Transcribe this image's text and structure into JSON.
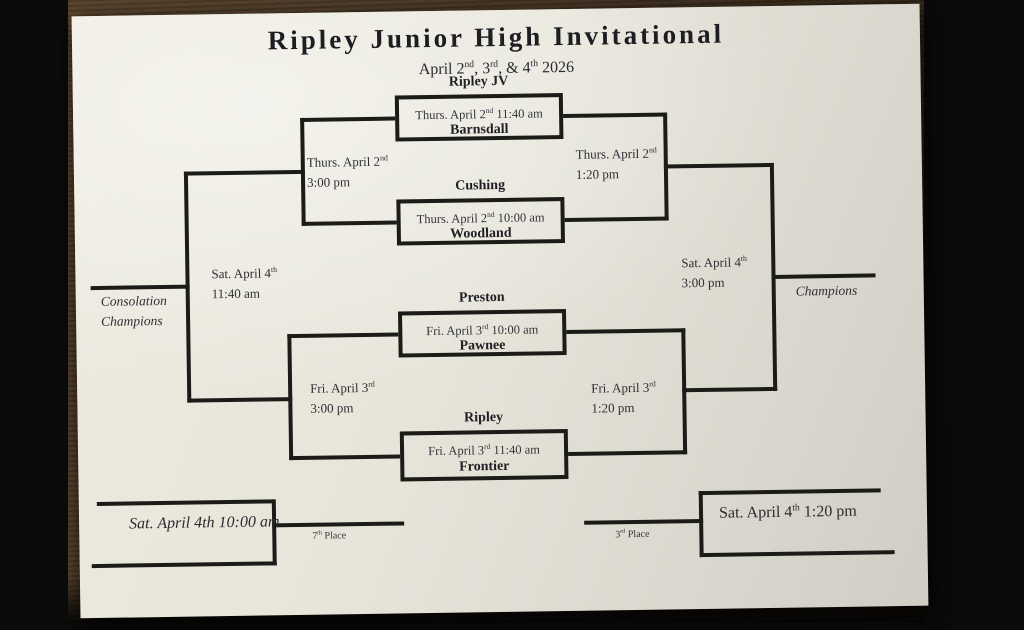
{
  "header": {
    "title": "Ripley Junior High Invitational",
    "dates": "April 2nd, 3rd, & 4th 2026"
  },
  "games": [
    {
      "top_team": "Ripley JV",
      "time": "Thurs. April 2nd 11:40 am",
      "bottom_team": "Barnsdall"
    },
    {
      "top_team": "Cushing",
      "time": "Thurs. April 2nd 10:00 am",
      "bottom_team": "Woodland"
    },
    {
      "top_team": "Preston",
      "time": "Fri. April 3rd 10:00 am",
      "bottom_team": "Pawnee"
    },
    {
      "top_team": "Ripley",
      "time": "Fri. April 3rd 11:40 am",
      "bottom_team": "Frontier"
    }
  ],
  "schedule_labels": {
    "upper_left": {
      "line1": "Thurs. April 2nd",
      "line2": "3:00 pm"
    },
    "upper_right": {
      "line1": "Thurs. April 2nd",
      "line2": "1:20 pm"
    },
    "lower_left": {
      "line1": "Fri. April 3rd",
      "line2": "3:00 pm"
    },
    "lower_right": {
      "line1": "Fri. April 3rd",
      "line2": "1:20 pm"
    },
    "consolation_final": {
      "line1": "Sat. April 4th",
      "line2": "11:40 am"
    },
    "championship_final": {
      "line1": "Sat. April 4th",
      "line2": "3:00 pm"
    }
  },
  "placements": {
    "consolation_champions": "Consolation Champions",
    "champions": "Champions",
    "seventh_place_game_time": "Sat. April 4th 10:00 am",
    "seventh_place_label": "7th Place",
    "third_place_game_time": "Sat. April 4th 1:20 pm",
    "third_place_label": "3rd Place"
  },
  "colors": {
    "ink": "#1b1b18",
    "paper": "#e7e5da",
    "wood_brown": "#4a3826",
    "background": "#0b0b0b"
  }
}
